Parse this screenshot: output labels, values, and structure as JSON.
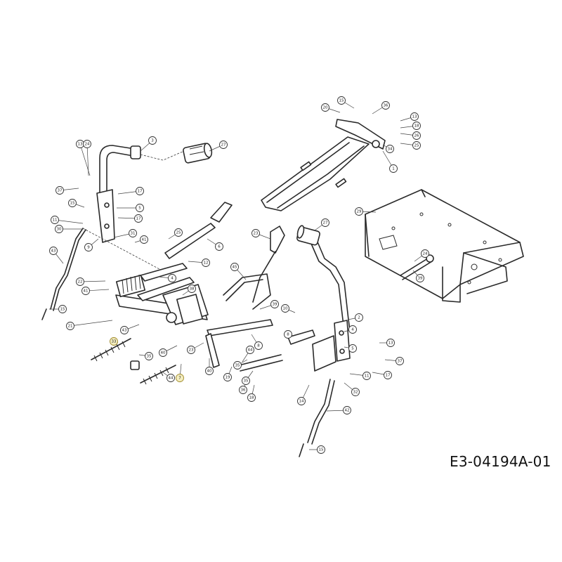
{
  "diagram_code": "E3-04194A-01",
  "callouts": [
    {
      "label": "13"
    },
    {
      "label": "24"
    },
    {
      "label": "3"
    },
    {
      "label": "27"
    },
    {
      "label": "37"
    },
    {
      "label": "17"
    },
    {
      "label": "15"
    },
    {
      "label": "5"
    },
    {
      "label": "17"
    },
    {
      "label": "11"
    },
    {
      "label": "30"
    },
    {
      "label": "31"
    },
    {
      "label": "9"
    },
    {
      "label": "41"
    },
    {
      "label": "43"
    },
    {
      "label": "25"
    },
    {
      "label": "6"
    },
    {
      "label": "12"
    },
    {
      "label": "22"
    },
    {
      "label": "41"
    },
    {
      "label": "15"
    },
    {
      "label": "21"
    },
    {
      "label": "43"
    },
    {
      "label": "33"
    },
    {
      "label": "35"
    },
    {
      "label": "40"
    },
    {
      "label": "38"
    },
    {
      "label": "4"
    },
    {
      "label": "8"
    },
    {
      "label": "23"
    },
    {
      "label": "45"
    },
    {
      "label": "39"
    },
    {
      "label": "44"
    },
    {
      "label": "35"
    },
    {
      "label": "10"
    },
    {
      "label": "8"
    },
    {
      "label": "13"
    },
    {
      "label": "2"
    },
    {
      "label": "4"
    },
    {
      "label": "5"
    },
    {
      "label": "37"
    },
    {
      "label": "11"
    },
    {
      "label": "17"
    },
    {
      "label": "14"
    },
    {
      "label": "42"
    },
    {
      "label": "15"
    },
    {
      "label": "32"
    },
    {
      "label": "35"
    },
    {
      "label": "19"
    },
    {
      "label": "36"
    },
    {
      "label": "18"
    },
    {
      "label": "40"
    },
    {
      "label": "44"
    },
    {
      "label": "15"
    },
    {
      "label": "20"
    },
    {
      "label": "36"
    },
    {
      "label": "13"
    },
    {
      "label": "18"
    },
    {
      "label": "26"
    },
    {
      "label": "25"
    },
    {
      "label": "1"
    },
    {
      "label": "34"
    },
    {
      "label": "29"
    },
    {
      "label": "24"
    },
    {
      "label": "39"
    },
    {
      "label": "23"
    },
    {
      "label": "27"
    },
    {
      "label": "7"
    }
  ]
}
